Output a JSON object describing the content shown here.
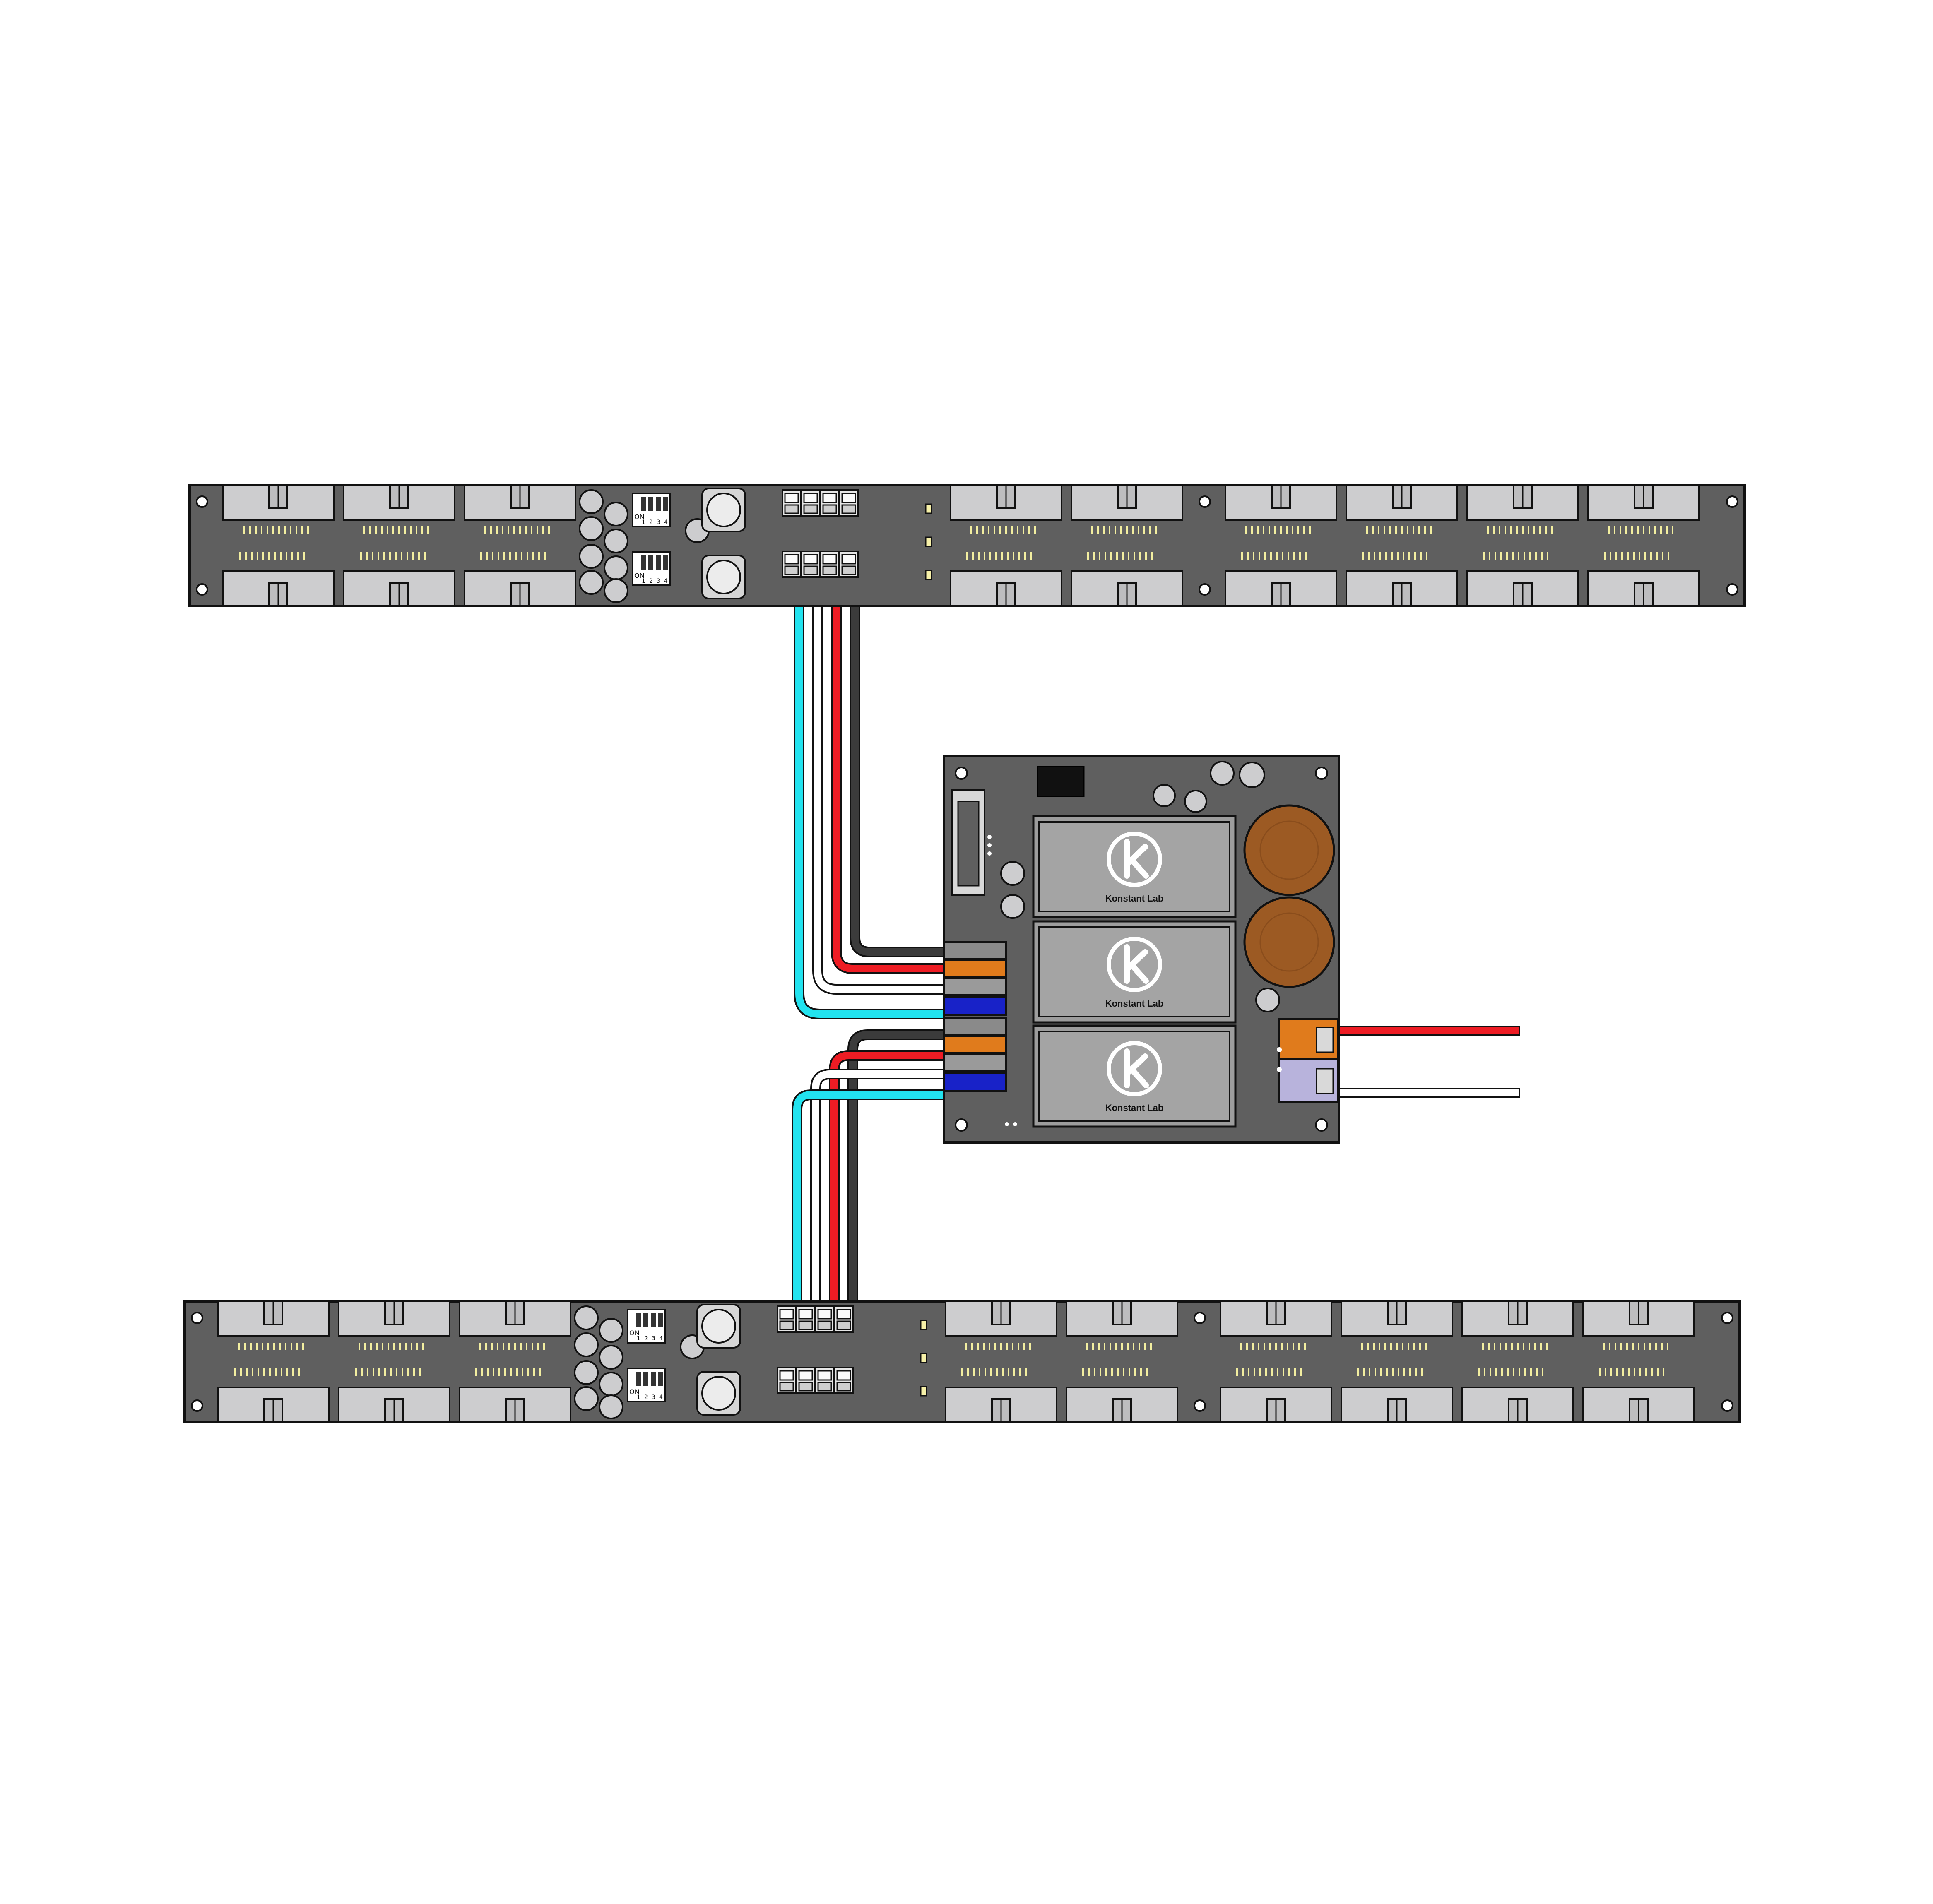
{
  "logo": {
    "text": "Konstant Lab"
  },
  "colors": {
    "pcb": "#5f5f5f",
    "connector": "#cdcdcf",
    "wire_cyan": "#22e3ef",
    "wire_white": "#ffffff",
    "wire_red": "#ee1c24",
    "wire_black": "#3b3b3b",
    "capacitor": "#9c5a23",
    "terminal_orange": "#e07b1c",
    "terminal_blue": "#1822c8",
    "terminal_grey": "#8a8a8a",
    "terminal_lilac": "#b8b3dc",
    "led": "#f6f0a8"
  },
  "icons": [
    "k-logo-icon",
    "mounting-hole-icon",
    "dip-switch-icon",
    "push-button-icon"
  ],
  "dip_switch": {
    "label": "ON",
    "positions": [
      "1",
      "2",
      "3",
      "4"
    ]
  }
}
